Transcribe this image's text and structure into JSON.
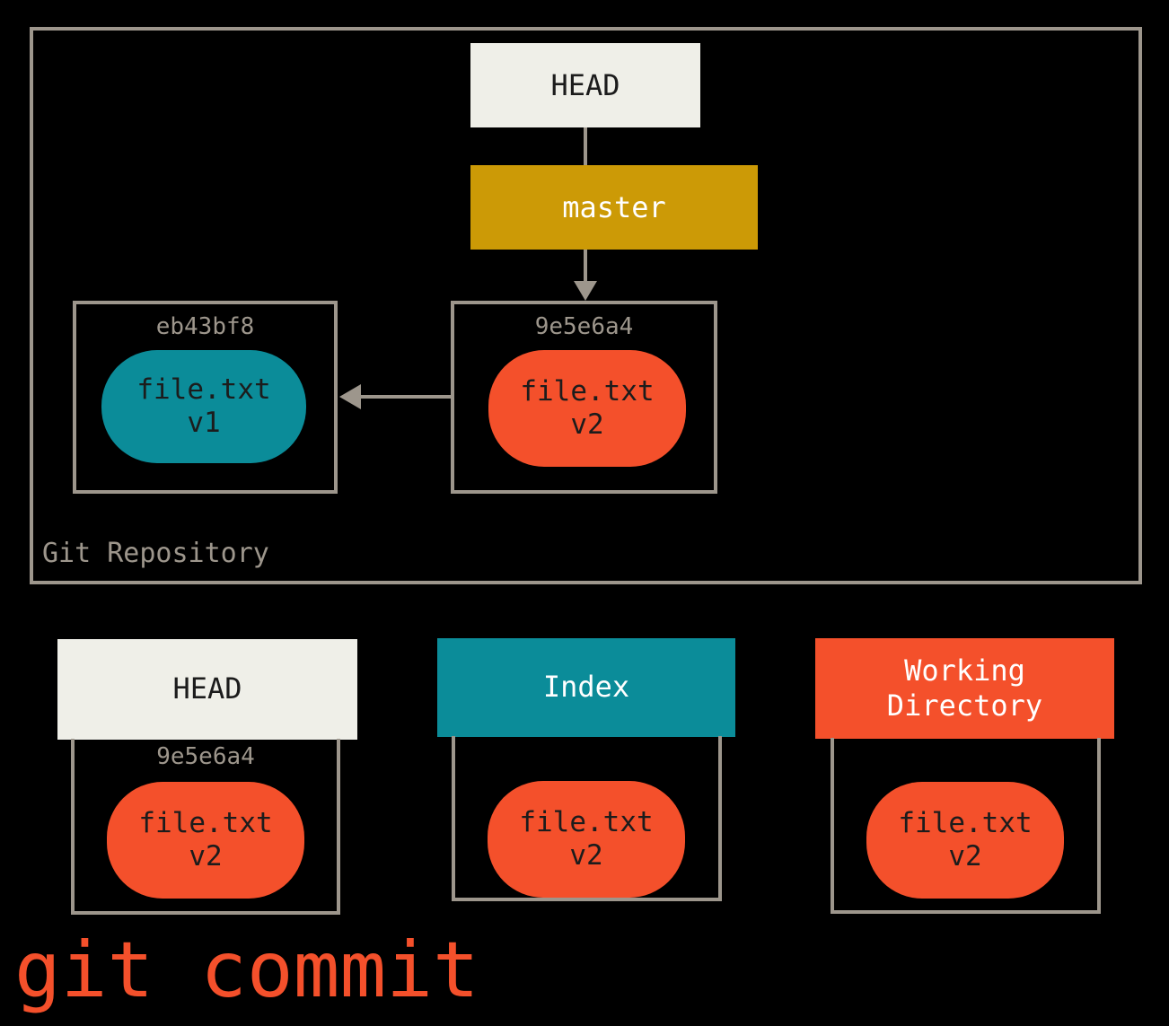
{
  "diagram": {
    "caption": "git commit",
    "caption_color": "#f4502b",
    "background_color": "#000000",
    "line_color": "#9d968c",
    "repository": {
      "label": "Git Repository",
      "head_pointer": {
        "label": "HEAD",
        "color": "#efefe8"
      },
      "branch": {
        "label": "master",
        "color": "#cc9a06"
      },
      "commits": [
        {
          "sha": "eb43bf8",
          "blob_name": "file.txt",
          "blob_version": "v1",
          "blob_color": "#0b8c99"
        },
        {
          "sha": "9e5e6a4",
          "blob_name": "file.txt",
          "blob_version": "v2",
          "blob_color": "#f4502b"
        }
      ]
    },
    "areas": [
      {
        "title": "HEAD",
        "title_line2": "",
        "header_color": "#efefe8",
        "sha": "9e5e6a4",
        "blob_name": "file.txt",
        "blob_version": "v2",
        "blob_color": "#f4502b"
      },
      {
        "title": "Index",
        "title_line2": "",
        "header_color": "#0b8c99",
        "sha": "",
        "blob_name": "file.txt",
        "blob_version": "v2",
        "blob_color": "#f4502b"
      },
      {
        "title": "Working",
        "title_line2": "Directory",
        "header_color": "#f4502b",
        "sha": "",
        "blob_name": "file.txt",
        "blob_version": "v2",
        "blob_color": "#f4502b"
      }
    ]
  }
}
